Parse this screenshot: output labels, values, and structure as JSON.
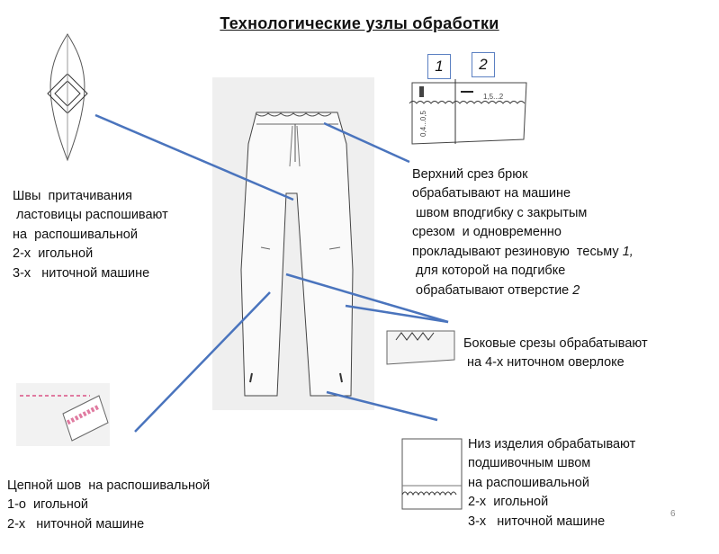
{
  "title": "Технологические узлы обработки",
  "notes": [
    {
      "lines": [
        "Швы  притачивания",
        " ластовицы распошивают",
        "на  распошивальной",
        "2-х  игольной",
        "3-х   ниточной машине"
      ]
    },
    {
      "lines": [
        "Верхний срез брюк",
        "обрабатывают на машине",
        " швом вподгибку с закрытым",
        "срезом  и одновременно",
        "прокладывают резиновую  тесьму ",
        " для которой на подгибке",
        " обрабатывают отверстие "
      ],
      "ref1": "1,",
      "ref2": "2"
    },
    {
      "lines": [
        "Боковые срезы обрабатывают",
        "на 4-х ниточном оверлоке"
      ]
    },
    {
      "lines": [
        "Низ изделия обрабатывают",
        "подшивочным швом",
        "на распошивальной",
        "2-х  игольной",
        "3-х   ниточной машине"
      ]
    },
    {
      "lines": [
        "Цепной шов  на распошивальной",
        "1-о  игольной",
        "2-х   ниточной машине"
      ]
    }
  ],
  "waistband_diagram": {
    "callout_1": "1",
    "callout_2": "2",
    "dim_top": "1,5...2",
    "dim_side": "0,4...0,5"
  },
  "page_number": "6",
  "colors": {
    "leader": "#4a74bd",
    "callout_border": "#5b80c2",
    "stitch_pink": "#e07aa0"
  }
}
